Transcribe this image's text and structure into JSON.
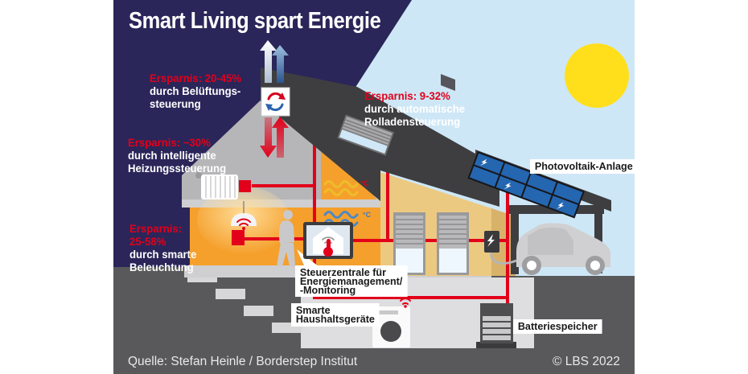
{
  "title": "Smart Living spart Energie",
  "annotations": {
    "ventilation": {
      "highlight": "Ersparnis: 20-45%",
      "line1": "durch Belüftungs-",
      "line2": "steuerung"
    },
    "heating": {
      "highlight": "Ersparnis: ~30%",
      "line1": "durch intelligente",
      "line2": "Heizungssteuerung"
    },
    "lighting": {
      "highlight1": "Ersparnis:",
      "highlight2": "25-58%",
      "line1": "durch smarte",
      "line2": "Beleuchtung"
    },
    "shutters": {
      "highlight": "Ersparnis: 9-32%",
      "line1": "durch automatische",
      "line2": "Rolladensteuerung"
    }
  },
  "labels": {
    "pv": "Photovoltaik-Anlage",
    "control_line1": "Steuerzentrale für",
    "control_line2": "Energiemanagement/",
    "control_line3": "-Monitoring",
    "appliances_line1": "Smarte",
    "appliances_line2": "Haushaltsgeräte",
    "battery": "Batteriespeicher"
  },
  "temps": {
    "warm": "°C",
    "cool": "°C"
  },
  "footer": {
    "source": "Quelle: Stefan Heinle / Borderstep Institut",
    "copyright": "© LBS 2022"
  },
  "icons": {
    "ventilation_unit": "circulation-arrows-icon",
    "lamp": "wifi-icon",
    "washing_machine": "wifi-icon",
    "tablet": "smart-home-house-icon",
    "ev_charger": "lightning-bolt-icon",
    "solar_cells": "lightning-bolt-icon"
  },
  "colors": {
    "navy": "#2a2659",
    "sky": "#cee7f6",
    "sun": "#ffdf1c",
    "accent_red": "#e2001a",
    "roof_dark": "#3e3e40",
    "room_orange": "#f5a02c",
    "wall_tan": "#ecc981",
    "ground_gray": "#59595b",
    "pv_blue": "#2566b0"
  }
}
